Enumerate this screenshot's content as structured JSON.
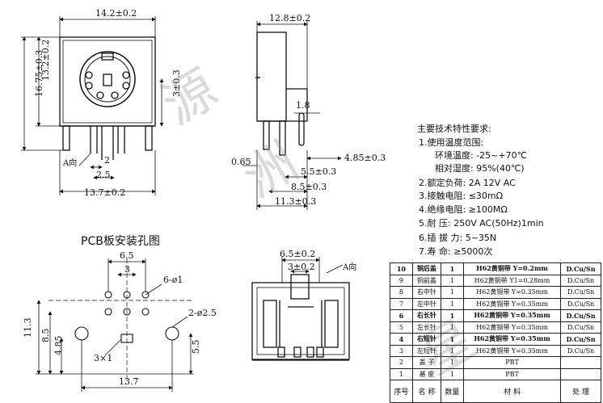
{
  "front_view": {
    "width_dim": "14.2±0.2",
    "height_dim": "16.75±0.3",
    "inner_height_dim": "13.2±0.2",
    "center_dim": "3±0.3",
    "pin_dim": "2",
    "pin_spacing": "2.5",
    "base_width": "13.7±0.2",
    "direction_label": "A向"
  },
  "side_view": {
    "width_dim": "12.8±0.2",
    "pin_dim": "1.8",
    "offset_dim": "0.65",
    "pin_len": "4.85±0.3",
    "d1": "5.5±0.3",
    "d2": "8.5±0.3",
    "d3": "11.3±0.3"
  },
  "pcb": {
    "title": "PCB板安装孔图",
    "d_top": "6.5",
    "d_mid": "3",
    "hole_small": "6-ø1",
    "hole_big": "2-ø2.5",
    "d_left": "11.3",
    "d_left2": "8.5",
    "d_left3": "4.85",
    "slot": "3×1",
    "d_right": "5.5",
    "d_bottom": "13.7"
  },
  "a_view": {
    "d1": "6.5±0.2",
    "d2": "3±0.2",
    "label": "A向"
  },
  "specs": {
    "title": "主要技术特性要求:",
    "lines": [
      "1.使用温度范围:",
      "环境温度: -25~+70℃",
      "相对湿度: 95%(40℃)",
      "2.额定负荷: 2A 12V AC",
      "3.接触电阻: ≤30mΩ",
      "4.绝缘电阻: ≥100MΩ",
      "5.耐  压: 250V AC(50Hz)1min",
      "6.插 拔 力: 5~35N",
      "7.寿  命: ≥5000次"
    ]
  },
  "bom": {
    "rows": [
      {
        "no": "10",
        "name": "铜后盖",
        "qty": "1",
        "material": "H62黄铜带 Y=0.2mm",
        "finish": "D.Cu/Sn",
        "hl": true
      },
      {
        "no": "9",
        "name": "铜前盖",
        "qty": "1",
        "material": "H62黄铜带 Y1=0.28mm",
        "finish": "D.Cu/Sn",
        "hl": false
      },
      {
        "no": "8",
        "name": "右中针",
        "qty": "1",
        "material": "H62黄铜带 Y=0.35mm",
        "finish": "D.Cu/Sn",
        "hl": false
      },
      {
        "no": "7",
        "name": "左中针",
        "qty": "1",
        "material": "H62黄铜带 Y=0.35mm",
        "finish": "D.Cu/Sn",
        "hl": false
      },
      {
        "no": "6",
        "name": "右长针",
        "qty": "1",
        "material": "H62黄铜带 Y=0.35mm",
        "finish": "D.Cu/Sn",
        "hl": true
      },
      {
        "no": "5",
        "name": "左长针",
        "qty": "1",
        "material": "H62黄铜带 Y=0.35mm",
        "finish": "D.Cu/Sn",
        "hl": false
      },
      {
        "no": "4",
        "name": "右短针",
        "qty": "1",
        "material": "H62黄铜带 Y=0.35mm",
        "finish": "D.Cu/Sn",
        "hl": true
      },
      {
        "no": "3",
        "name": "左短针",
        "qty": "1",
        "material": "H62黄铜带 Y=0.35mm",
        "finish": "D.Cu/Sn",
        "hl": false
      },
      {
        "no": "2",
        "name": "盖 子",
        "qty": "1",
        "material": "PBT",
        "finish": "",
        "hl": false
      },
      {
        "no": "1",
        "name": "基 座",
        "qty": "1",
        "material": "PBT",
        "finish": "",
        "hl": false
      }
    ],
    "header": {
      "no": "序号",
      "name": "名 称",
      "qty": "数量",
      "material": "材 料",
      "finish": "处 理"
    }
  }
}
